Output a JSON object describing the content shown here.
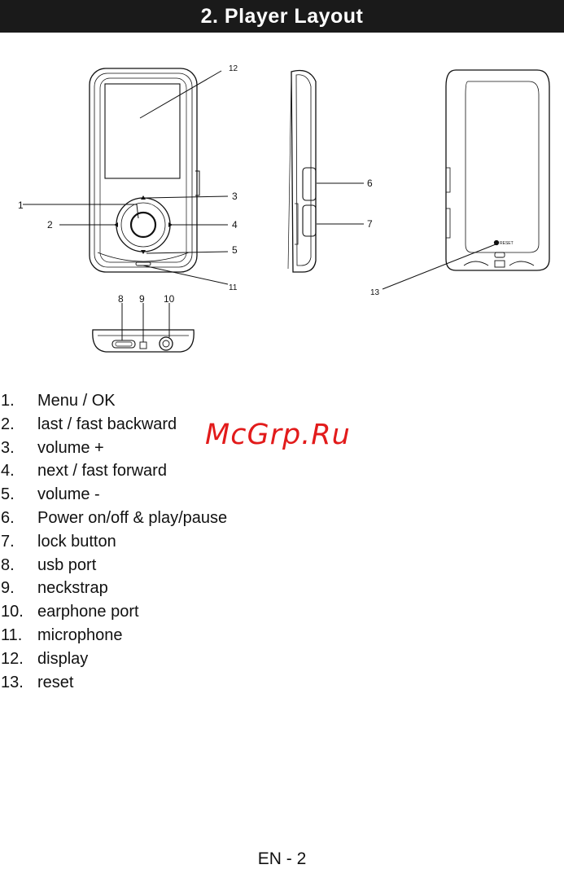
{
  "header": {
    "title": "2. Player Layout"
  },
  "diagram": {
    "callouts": [
      "1",
      "2",
      "3",
      "4",
      "5",
      "6",
      "7",
      "8",
      "9",
      "10",
      "11",
      "12",
      "13"
    ],
    "reset_marking": "RESET"
  },
  "parts": [
    {
      "number": "1.",
      "label": "Menu / OK"
    },
    {
      "number": "2.",
      "label": "last / fast backward"
    },
    {
      "number": "3.",
      "label": "volume +"
    },
    {
      "number": "4.",
      "label": "next / fast forward"
    },
    {
      "number": "5.",
      "label": "volume -"
    },
    {
      "number": "6.",
      "label": "Power on/off & play/pause"
    },
    {
      "number": "7.",
      "label": "lock button"
    },
    {
      "number": "8.",
      "label": "usb port"
    },
    {
      "number": "9.",
      "label": "neckstrap"
    },
    {
      "number": "10.",
      "label": "earphone port"
    },
    {
      "number": "11.",
      "label": "microphone"
    },
    {
      "number": "12.",
      "label": "display"
    },
    {
      "number": "13.",
      "label": "reset"
    }
  ],
  "watermark": "McGrp.Ru",
  "footer": {
    "page": "EN - 2"
  }
}
